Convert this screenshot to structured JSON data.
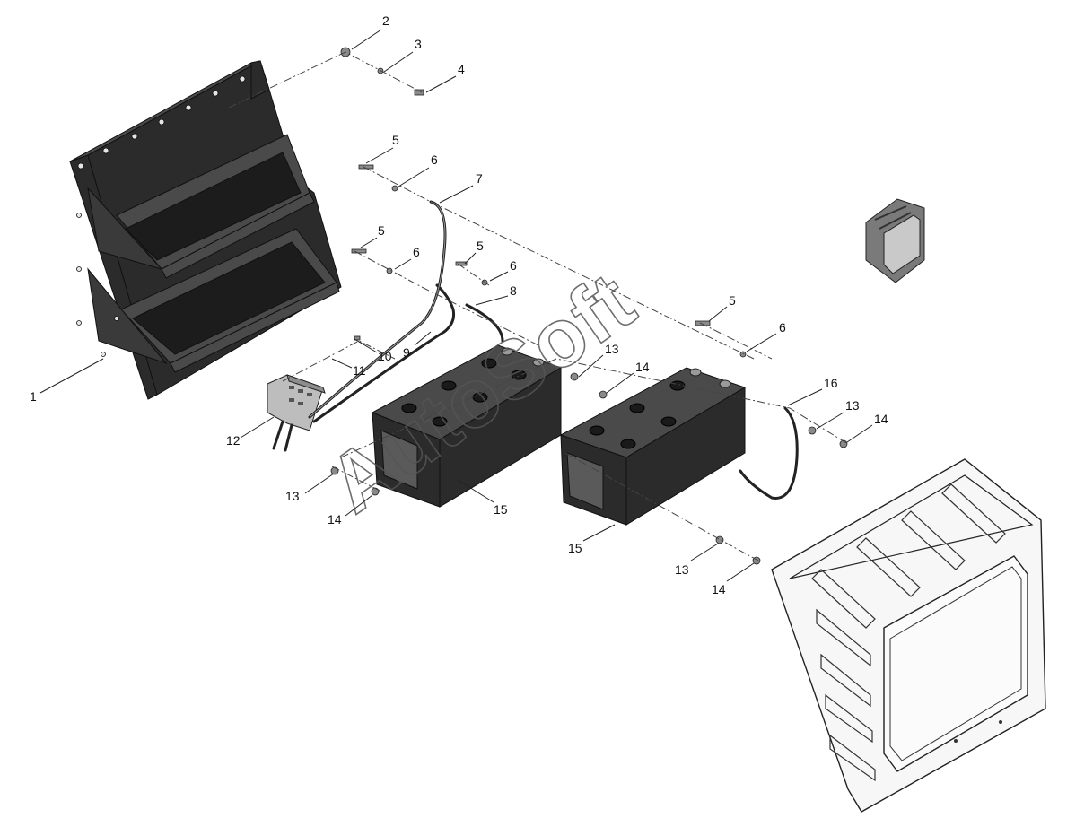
{
  "watermark": "AutoSoft",
  "callouts": [
    {
      "id": "c2",
      "label": "2"
    },
    {
      "id": "c3",
      "label": "3"
    },
    {
      "id": "c4",
      "label": "4"
    },
    {
      "id": "c5a",
      "label": "5"
    },
    {
      "id": "c6a",
      "label": "6"
    },
    {
      "id": "c7",
      "label": "7"
    },
    {
      "id": "c5b",
      "label": "5"
    },
    {
      "id": "c6b",
      "label": "6"
    },
    {
      "id": "c5c",
      "label": "5"
    },
    {
      "id": "c6c",
      "label": "6"
    },
    {
      "id": "c8",
      "label": "8"
    },
    {
      "id": "c9",
      "label": "9"
    },
    {
      "id": "c10",
      "label": "10"
    },
    {
      "id": "c11",
      "label": "11"
    },
    {
      "id": "c1",
      "label": "1"
    },
    {
      "id": "c12",
      "label": "12"
    },
    {
      "id": "c13a",
      "label": "13"
    },
    {
      "id": "c14a",
      "label": "14"
    },
    {
      "id": "c5d",
      "label": "5"
    },
    {
      "id": "c6d",
      "label": "6"
    },
    {
      "id": "c16",
      "label": "16"
    },
    {
      "id": "c13b",
      "label": "13"
    },
    {
      "id": "c14b",
      "label": "14"
    },
    {
      "id": "c13c",
      "label": "13"
    },
    {
      "id": "c14c",
      "label": "14"
    },
    {
      "id": "c15a",
      "label": "15"
    },
    {
      "id": "c15b",
      "label": "15"
    },
    {
      "id": "c13d",
      "label": "13"
    },
    {
      "id": "c14d",
      "label": "14"
    }
  ]
}
